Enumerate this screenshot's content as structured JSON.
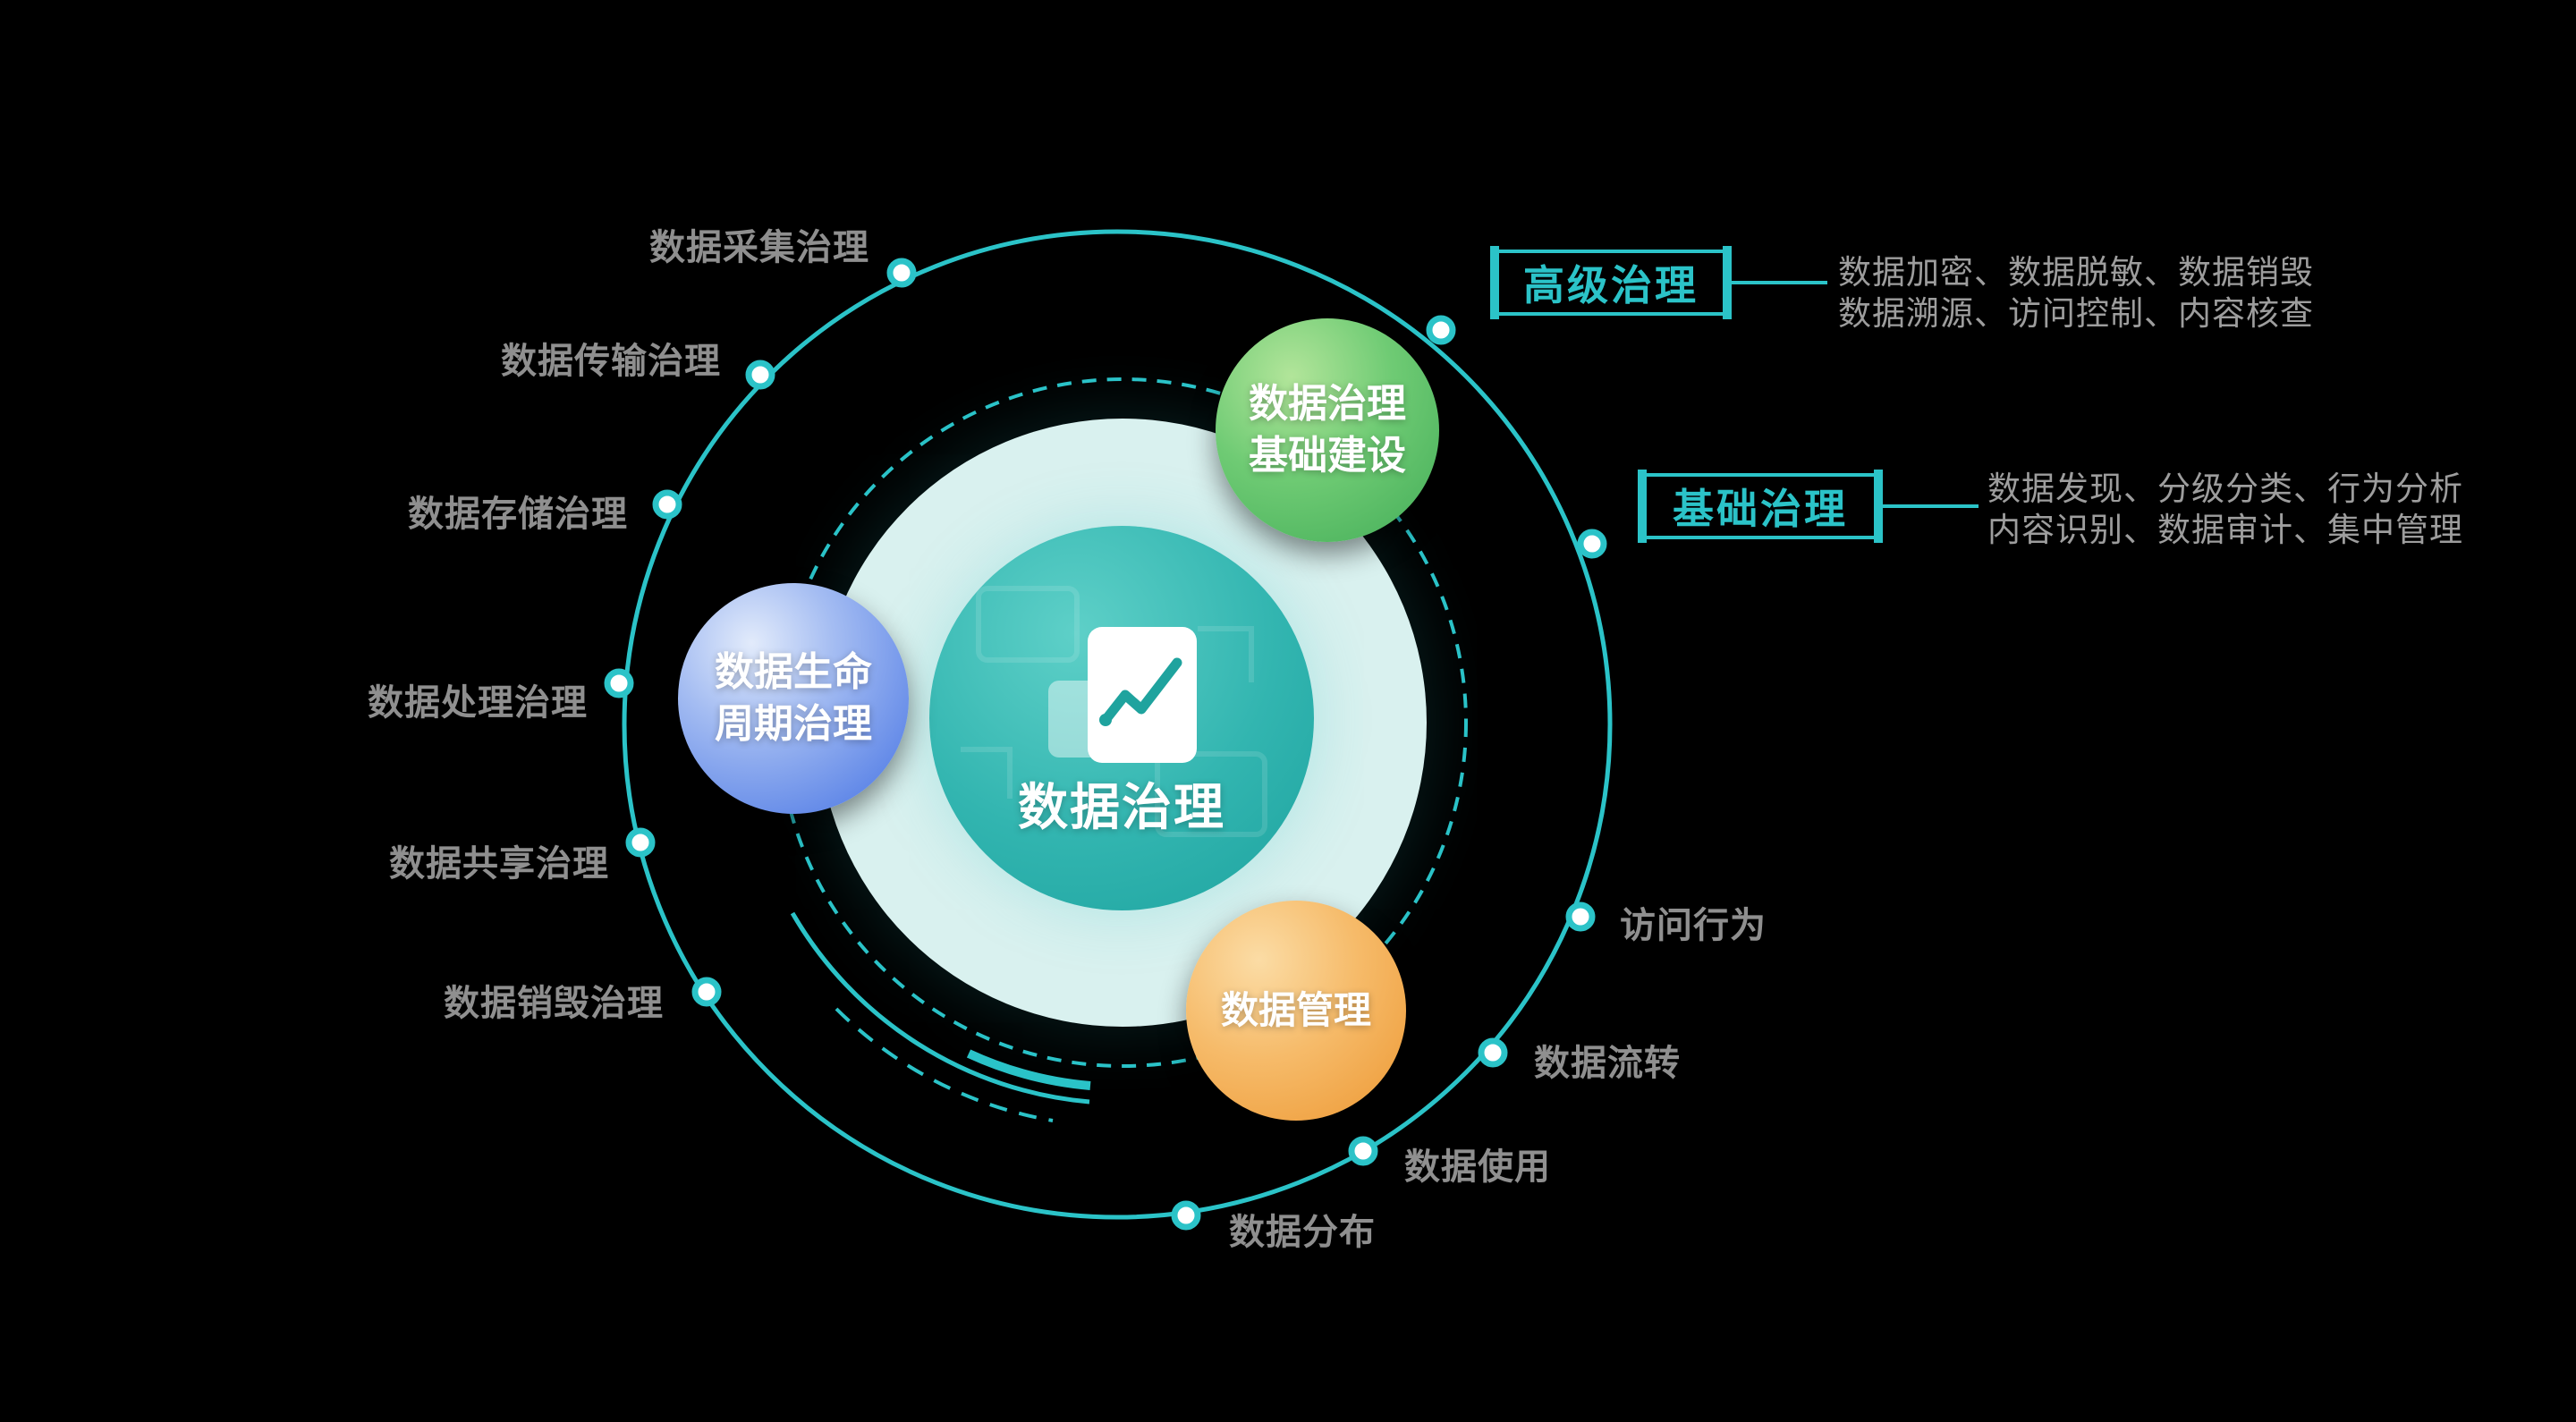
{
  "center": {
    "label": "数据治理"
  },
  "satellites": {
    "infra": {
      "line1": "数据治理",
      "line2": "基础建设"
    },
    "lifecycle": {
      "line1": "数据生命",
      "line2": "周期治理"
    },
    "management": {
      "line1": "数据管理"
    }
  },
  "left_labels": [
    "数据采集治理",
    "数据传输治理",
    "数据存储治理",
    "数据处理治理",
    "数据共享治理",
    "数据销毁治理"
  ],
  "bottom_labels": [
    "数据分布",
    "数据使用",
    "数据流转",
    "访问行为"
  ],
  "callouts": {
    "advanced": {
      "title": "高级治理",
      "line1": "数据加密、数据脱敏、数据销毁",
      "line2": "数据溯源、访问控制、内容核查"
    },
    "basic": {
      "title": "基础治理",
      "line1": "数据发现、分级分类、行为分析",
      "line2": "内容识别、数据审计、集中管理"
    }
  },
  "colors": {
    "background": "#000000",
    "ring_teal": "#2bc3c8",
    "disc": "#d9f1ef",
    "center_teal": "#32b5b0",
    "satellite_green": "#55bd64",
    "satellite_blue": "#6289e8",
    "satellite_orange": "#ed9833",
    "label_gray": "#8f8f8f",
    "desc_gray": "#9d9d9d"
  }
}
